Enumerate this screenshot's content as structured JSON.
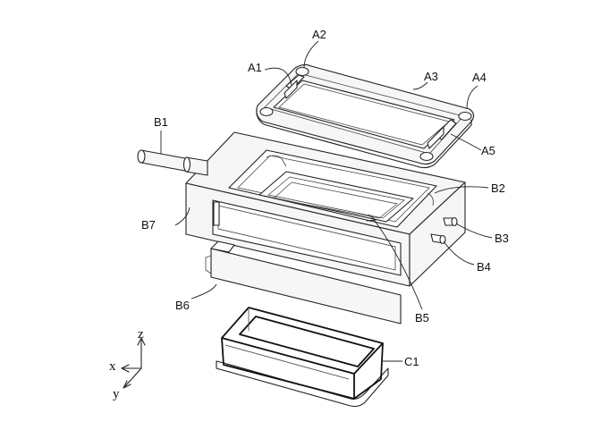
{
  "labels": {
    "A1": "A1",
    "A2": "A2",
    "A3": "A3",
    "A4": "A4",
    "A5": "A5",
    "B1": "B1",
    "B2": "B2",
    "B3": "B3",
    "B4": "B4",
    "B5": "B5",
    "B6": "B6",
    "B7": "B7",
    "C1": "C1"
  },
  "axes": {
    "z": "z",
    "x": "x",
    "y": "y"
  }
}
